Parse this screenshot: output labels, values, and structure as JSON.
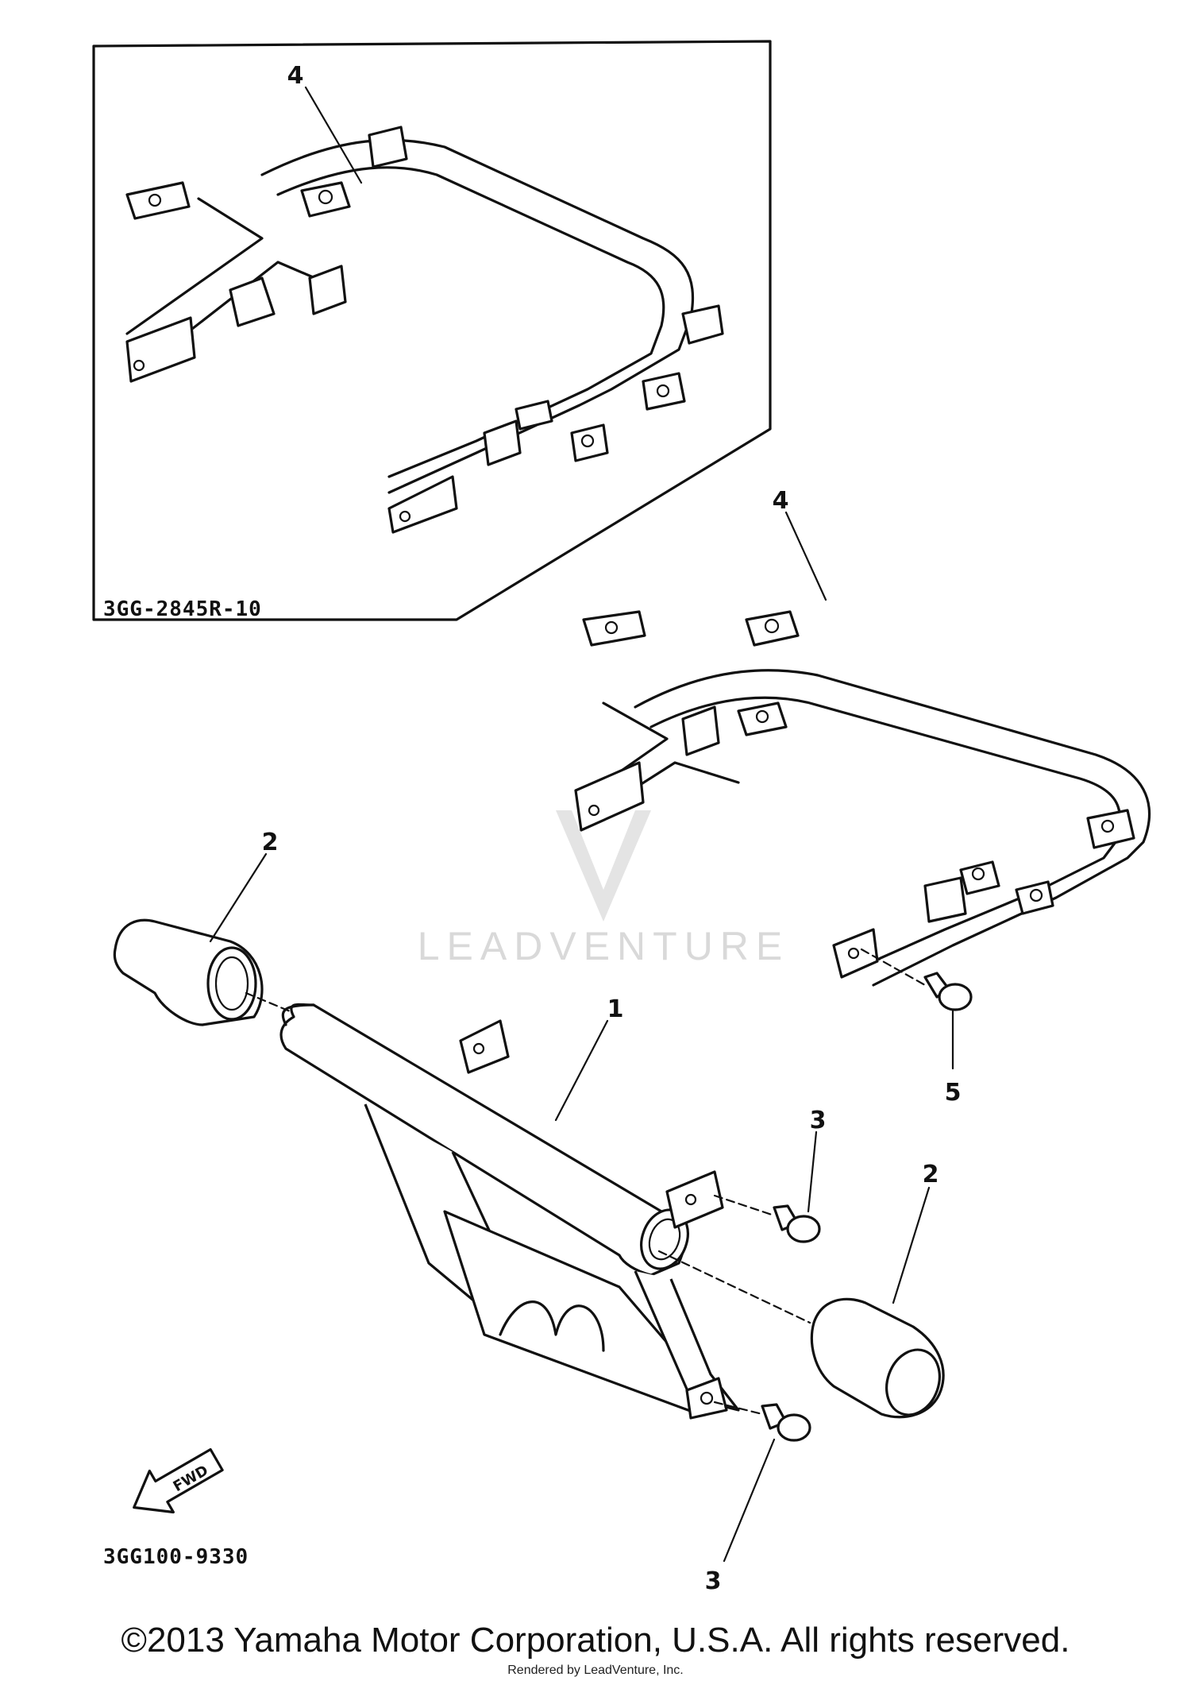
{
  "callouts": {
    "inset_frame": "4",
    "main_frame": "4",
    "upper_cap": "2",
    "bumper": "1",
    "bolt_5": "5",
    "bolt_upper_right": "3",
    "cap_lower_right": "2",
    "bolt_lower": "3"
  },
  "codes": {
    "inset": "3GG-2845R-10",
    "diagram": "3GG100-9330"
  },
  "fwd_label": "FWD",
  "watermark": "LEADVENTURE",
  "copyright": "©2013 Yamaha Motor Corporation, U.S.A. All rights reserved.",
  "rendered_by": "Rendered by LeadVenture, Inc."
}
